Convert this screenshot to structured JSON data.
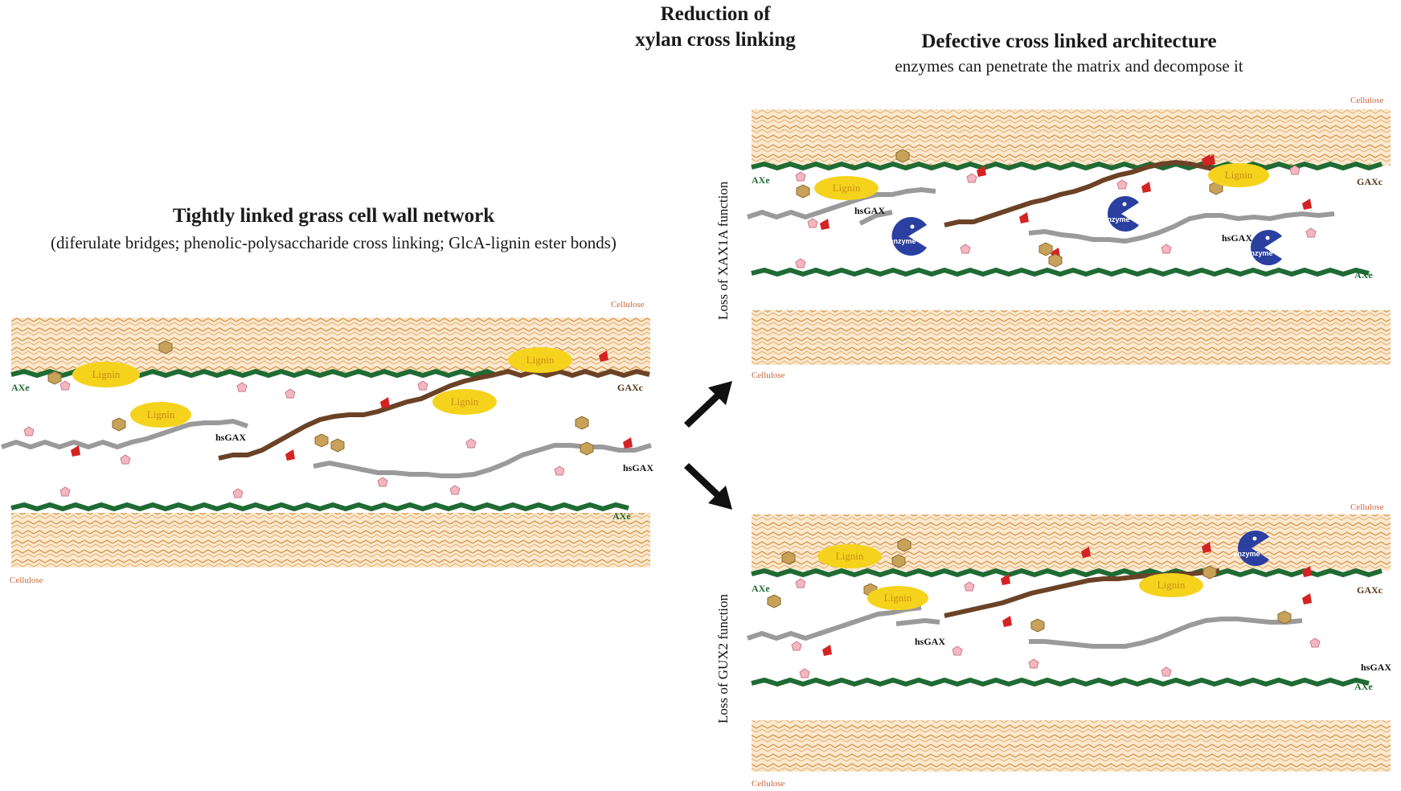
{
  "center_heading": "Reduction of xylan cross linking",
  "left": {
    "title": "Tightly linked grass cell wall network",
    "subtitle": "(diferulate bridges; phenolic-polysaccharide cross linking; GlcA-lignin ester bonds)",
    "cellulose_top": "Cellulose",
    "cellulose_bottom": "Cellulose",
    "axe_top": "AXe",
    "axe_bottom": "AXe",
    "gaxc": "GAXc",
    "hsgax_1": "hsGAX",
    "hsgax_2": "hsGAX",
    "lignin": [
      "Lignin",
      "Lignin",
      "Lignin",
      "Lignin"
    ]
  },
  "right": {
    "title": "Defective cross linked architecture",
    "subtitle": "enzymes can penetrate the matrix and decompose it",
    "top_panel": {
      "side_label": "Loss of XAX1A function",
      "cellulose_top": "Cellulose",
      "cellulose_bottom": "Cellulose",
      "axe_top": "AXe",
      "axe_bottom": "AXe",
      "gaxc": "GAXc",
      "hsgax_1": "hsGAX",
      "hsgax_2": "hsGAX",
      "lignin": [
        "Lignin",
        "Lignin"
      ],
      "enzyme": [
        "enzyme",
        "enzyme",
        "enzyme"
      ]
    },
    "bottom_panel": {
      "side_label": "Loss of GUX2 function",
      "cellulose_top": "Cellulose",
      "cellulose_bottom": "Cellulose",
      "axe_top": "AXe",
      "axe_bottom": "AXe",
      "gaxc": "GAXc",
      "hsgax_1": "hsGAX",
      "hsgax_2": "hsGAX",
      "lignin": [
        "Lignin",
        "Lignin",
        "Lignin"
      ],
      "enzyme": [
        "enzyme"
      ]
    }
  },
  "colors": {
    "cellulose": "#e8b67a",
    "axe": "#1f6b33",
    "gax": "#6b4226",
    "hsgax": "#a8a8a8",
    "lignin": "#f5d31c",
    "enzyme": "#2a3fa0",
    "arrow": "#111111"
  }
}
